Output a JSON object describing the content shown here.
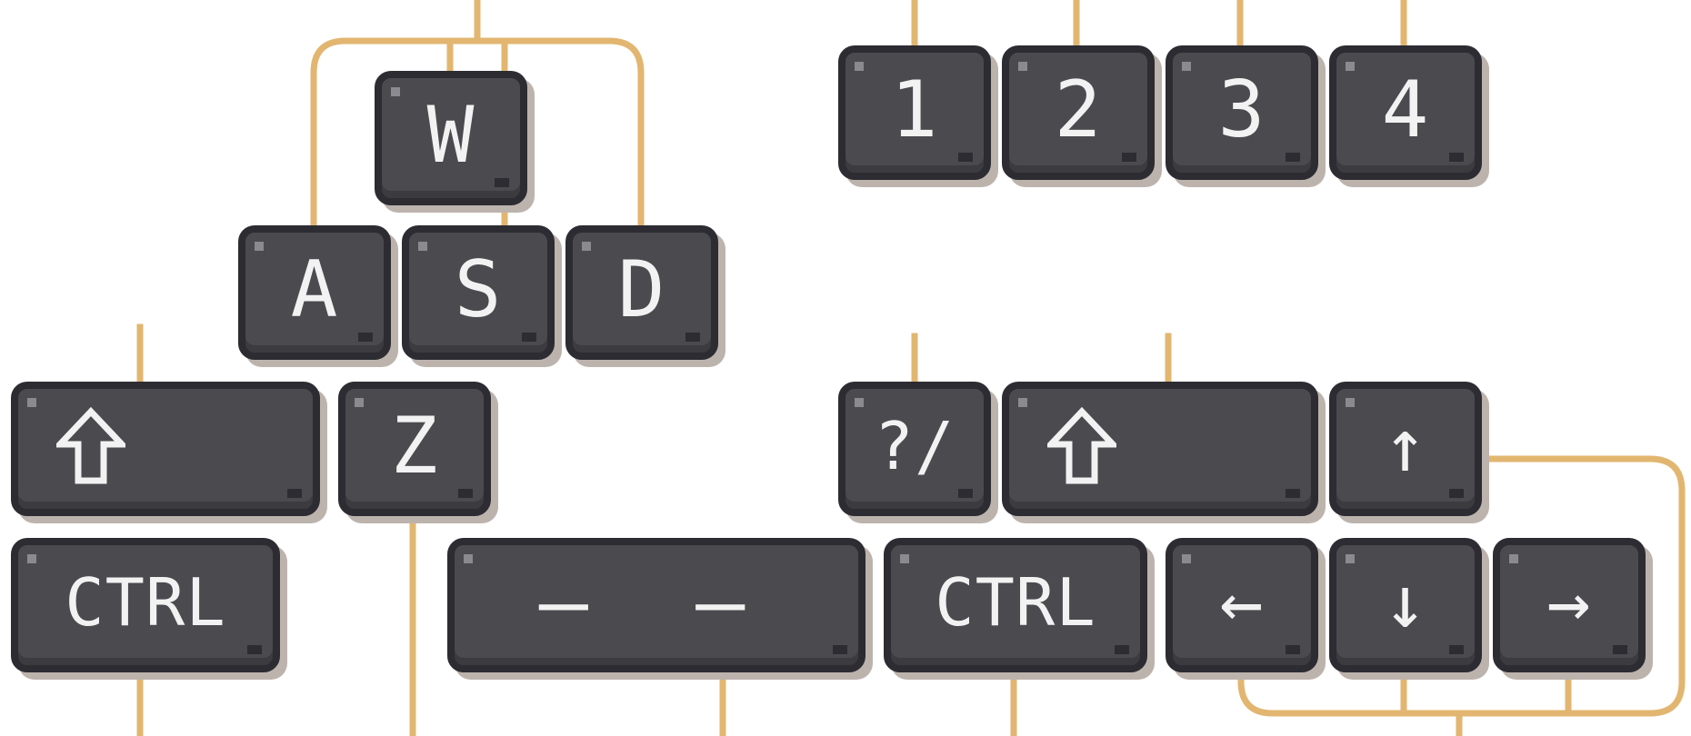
{
  "colors": {
    "key_face": "#4a4a4f",
    "key_border": "#2c2c32",
    "key_shadow": "#bdb3ad",
    "label": "#f2f2f2",
    "connector": "#e2b670",
    "background": "#ffffff"
  },
  "keys": {
    "w": "W",
    "a": "A",
    "s": "S",
    "d": "D",
    "shift_left_icon": "shift-up-arrow-icon",
    "z": "Z",
    "ctrl_left": "CTRL",
    "space": "— —",
    "n1": "1",
    "n2": "2",
    "n3": "3",
    "n4": "4",
    "slash": "?/",
    "shift_right_icon": "shift-up-arrow-icon",
    "arrow_up": "↑",
    "ctrl_right": "CTRL",
    "arrow_left": "←",
    "arrow_down": "↓",
    "arrow_right": "→"
  }
}
